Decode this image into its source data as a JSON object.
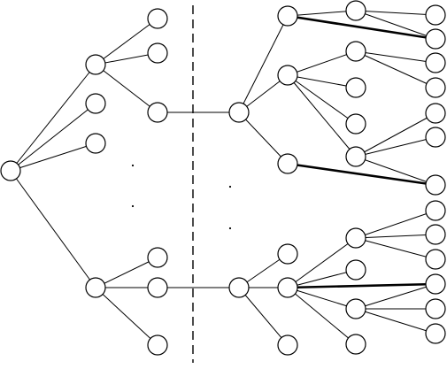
{
  "diagram": {
    "kind": "tree diagram",
    "colors": {
      "background": "#ffffff",
      "stroke": "#000000",
      "node_fill": "#ffffff"
    },
    "nodes": [
      {
        "id": "n0"
      },
      {
        "id": "n1"
      },
      {
        "id": "n2"
      },
      {
        "id": "n3"
      },
      {
        "id": "n4"
      },
      {
        "id": "n5"
      },
      {
        "id": "n6"
      },
      {
        "id": "n7"
      },
      {
        "id": "n8"
      },
      {
        "id": "n9"
      },
      {
        "id": "n10"
      },
      {
        "id": "n11"
      },
      {
        "id": "n12"
      },
      {
        "id": "n13"
      },
      {
        "id": "n14"
      },
      {
        "id": "n15"
      },
      {
        "id": "n16"
      },
      {
        "id": "n17"
      },
      {
        "id": "n18"
      },
      {
        "id": "n19"
      },
      {
        "id": "n20"
      },
      {
        "id": "n21"
      },
      {
        "id": "n22"
      },
      {
        "id": "n23"
      },
      {
        "id": "n24"
      },
      {
        "id": "n25"
      },
      {
        "id": "n26"
      },
      {
        "id": "n27"
      },
      {
        "id": "n28"
      },
      {
        "id": "n29"
      },
      {
        "id": "n30"
      },
      {
        "id": "n31"
      },
      {
        "id": "n32"
      },
      {
        "id": "n33"
      },
      {
        "id": "n34"
      },
      {
        "id": "n35"
      },
      {
        "id": "n36"
      },
      {
        "id": "n37"
      },
      {
        "id": "n38"
      },
      {
        "id": "n39"
      },
      {
        "id": "n40"
      }
    ],
    "edges": [
      {
        "from": "n0",
        "to": "n1"
      },
      {
        "from": "n0",
        "to": "n2"
      },
      {
        "from": "n0",
        "to": "n3"
      },
      {
        "from": "n0",
        "to": "n4"
      },
      {
        "from": "n1",
        "to": "n5"
      },
      {
        "from": "n1",
        "to": "n6"
      },
      {
        "from": "n1",
        "to": "n7"
      },
      {
        "from": "n4",
        "to": "n8"
      },
      {
        "from": "n4",
        "to": "n9"
      },
      {
        "from": "n4",
        "to": "n10"
      },
      {
        "from": "n7",
        "to": "n11"
      },
      {
        "from": "n9",
        "to": "n12"
      },
      {
        "from": "n11",
        "to": "n13"
      },
      {
        "from": "n11",
        "to": "n14"
      },
      {
        "from": "n11",
        "to": "n15"
      },
      {
        "from": "n13",
        "to": "n16"
      },
      {
        "from": "n13",
        "to": "n17",
        "emphasis": true
      },
      {
        "from": "n14",
        "to": "n18"
      },
      {
        "from": "n14",
        "to": "n19"
      },
      {
        "from": "n14",
        "to": "n20"
      },
      {
        "from": "n14",
        "to": "n21"
      },
      {
        "from": "n16",
        "to": "n22"
      },
      {
        "from": "n16",
        "to": "n17"
      },
      {
        "from": "n18",
        "to": "n23"
      },
      {
        "from": "n18",
        "to": "n24"
      },
      {
        "from": "n21",
        "to": "n25"
      },
      {
        "from": "n21",
        "to": "n26"
      },
      {
        "from": "n21",
        "to": "n27"
      },
      {
        "from": "n15",
        "to": "n27",
        "emphasis": true
      },
      {
        "from": "n12",
        "to": "n28"
      },
      {
        "from": "n12",
        "to": "n29"
      },
      {
        "from": "n12",
        "to": "n30"
      },
      {
        "from": "n29",
        "to": "n31"
      },
      {
        "from": "n29",
        "to": "n32"
      },
      {
        "from": "n29",
        "to": "n33"
      },
      {
        "from": "n29",
        "to": "n34"
      },
      {
        "from": "n29",
        "to": "n35",
        "emphasis": true
      },
      {
        "from": "n31",
        "to": "n36"
      },
      {
        "from": "n31",
        "to": "n37"
      },
      {
        "from": "n31",
        "to": "n38"
      },
      {
        "from": "n33",
        "to": "n39"
      },
      {
        "from": "n33",
        "to": "n40"
      },
      {
        "from": "n33",
        "to": "n35"
      }
    ]
  }
}
